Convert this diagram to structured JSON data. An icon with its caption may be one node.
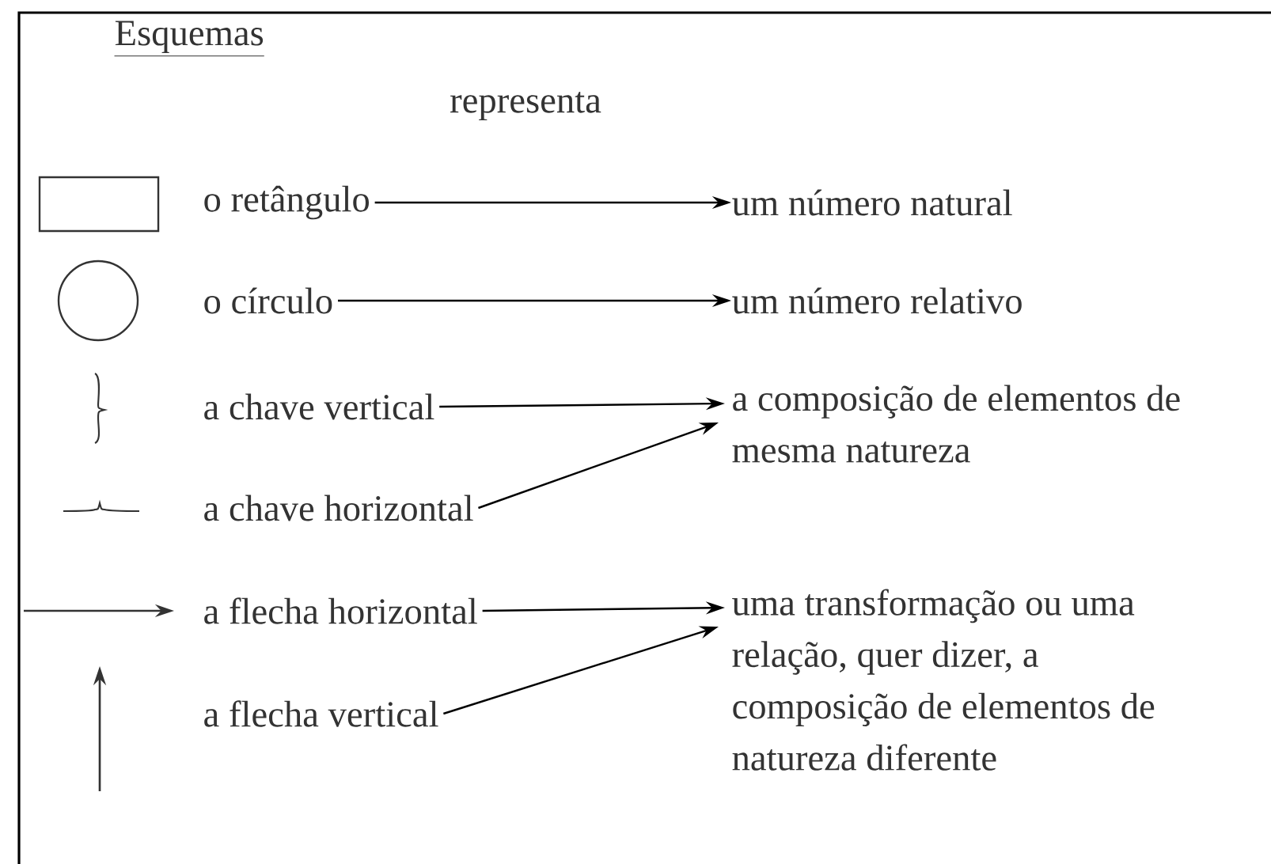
{
  "diagram": {
    "title": "Esquemas",
    "nodes": [
      {
        "text": [
          "o retângulo"
        ]
      },
      {
        "text": [
          "o círculo"
        ]
      },
      {
        "text": [
          "a chave vertical"
        ]
      },
      {
        "text": [
          "a chave horizontal"
        ]
      },
      {
        "text": [
          "a flecha horizontal"
        ]
      },
      {
        "text": [
          "a flecha vertical"
        ]
      },
      {
        "text": [
          "um número natural"
        ]
      },
      {
        "text": [
          "um número relativo"
        ]
      },
      {
        "text": [
          "a composição de elementos de mesma natureza"
        ]
      },
      {
        "text": [
          "uma transformação ou uma relação, quer dizer, a composição de elementos de natureza diferente"
        ]
      }
    ],
    "edges": [
      {
        "from": 0,
        "to": 6,
        "arrow": "to"
      },
      {
        "from": 1,
        "to": 7,
        "arrow": "to"
      },
      {
        "from": 2,
        "to": 8,
        "arrow": "to"
      },
      {
        "from": 3,
        "to": 8,
        "arrow": "to"
      },
      {
        "from": 4,
        "to": 9,
        "arrow": "to"
      },
      {
        "from": 5,
        "to": 9,
        "arrow": "to"
      }
    ],
    "labels": [
      "representa"
    ]
  }
}
